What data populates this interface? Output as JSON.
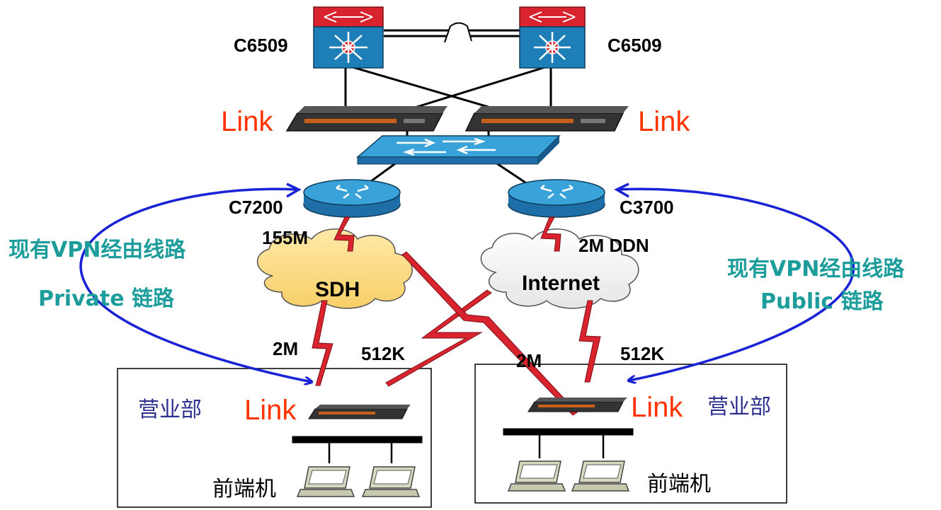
{
  "devices": {
    "core_switch_left": "C6509",
    "core_switch_right": "C6509",
    "router_left": "C7200",
    "router_right": "C3700"
  },
  "link_devices": {
    "top_left": "Link",
    "top_right": "Link",
    "branch_left": "Link",
    "branch_right": "Link"
  },
  "links": {
    "bw_155m": "155M",
    "bw_2m_ddn": "2M DDN",
    "bw_2m_left": "2M",
    "bw_512k_left": "512K",
    "bw_2m_right": "2M",
    "bw_512k_right": "512K"
  },
  "clouds": {
    "sdh": "SDH",
    "internet": "Internet"
  },
  "vpn": {
    "left_line1": "现有VPN经由线路",
    "left_line2": "Private 链路",
    "right_line1": "现有VPN经由线路",
    "right_line2": "Public 链路"
  },
  "branches": {
    "left_name": "营业部",
    "right_name": "营业部",
    "left_front": "前端机",
    "right_front": "前端机"
  },
  "colors": {
    "device_blue": "#1e7fb8",
    "device_red": "#d9232e",
    "wan_link": "#d9232e",
    "vpn_arrow": "#1a22d6",
    "link_text": "#ff3300",
    "vpn_text": "#1d9c9c",
    "dept_text": "#2b2f8e"
  }
}
